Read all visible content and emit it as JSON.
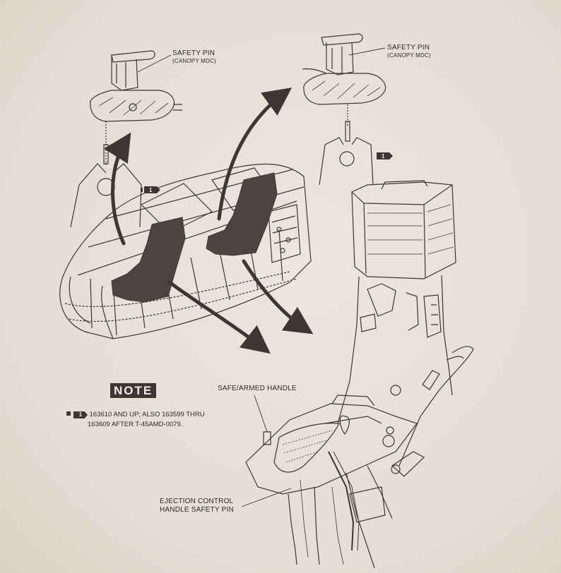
{
  "labels": {
    "safety_pin_left": "SAFETY PIN",
    "safety_pin_left_sub": "(CANOPY MDC)",
    "safety_pin_right": "SAFETY PIN",
    "safety_pin_right_sub": "(CANOPY MDC)",
    "safe_armed_handle": "SAFE/ARMED HANDLE",
    "ejection_control_line1": "EJECTION CONTROL",
    "ejection_control_line2": "HANDLE SAFETY PIN"
  },
  "flags": {
    "flag_left": "1",
    "flag_right": "1",
    "flag_note": "1"
  },
  "note": {
    "title": "NOTE",
    "line1": "163610 AND UP; ALSO 163599 THRU",
    "line2": "163609 AFTER T-45AMD-0079."
  },
  "colors": {
    "paper": "#e6e1d7",
    "ink": "#3b3734",
    "seat_fill": "#4a4541"
  }
}
